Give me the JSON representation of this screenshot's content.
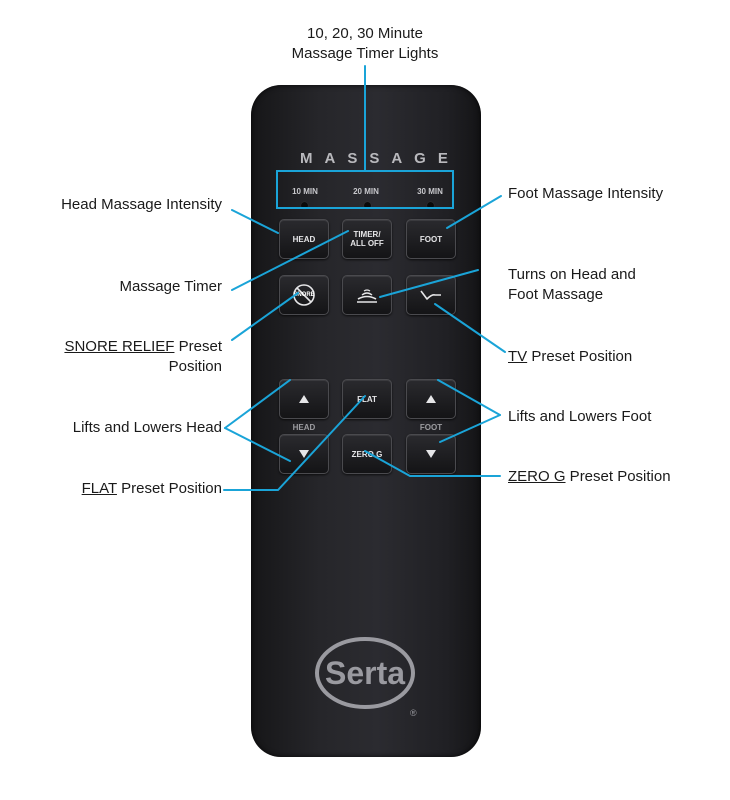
{
  "remote": {
    "massage_title": "MASSAGE",
    "timer_labels": [
      "10 MIN",
      "20 MIN",
      "30 MIN"
    ],
    "buttons": {
      "head": "HEAD",
      "timer_line1": "TIMER/",
      "timer_line2": "ALL OFF",
      "foot": "FOOT",
      "snore": "SNORE",
      "flat": "FLAT",
      "zero_g": "ZERO G"
    },
    "head_label": "HEAD",
    "foot_label": "FOOT",
    "logo_text": "Serta",
    "registered_mark": "®"
  },
  "annotations": {
    "timer_lights_line1": "10, 20, 30 Minute",
    "timer_lights_line2": "Massage Timer Lights",
    "head_massage_intensity": "Head Massage Intensity",
    "foot_massage_intensity": "Foot Massage Intensity",
    "massage_timer": "Massage Timer",
    "turns_on_line1": "Turns on Head and",
    "turns_on_line2": "Foot Massage",
    "snore_relief_underlined": "SNORE RELIEF",
    "snore_relief_rest": " Preset",
    "snore_relief_line2": "Position",
    "tv_underlined": "TV",
    "tv_rest": " Preset Position",
    "lifts_head": "Lifts and Lowers Head",
    "lifts_foot": "Lifts and Lowers Foot",
    "flat_underlined": "FLAT",
    "flat_rest": " Preset Position",
    "zero_g_underlined": "ZERO G",
    "zero_g_rest": " Preset Position"
  },
  "colors": {
    "callout_line": "#1aa4d8",
    "remote_body": "#26262a",
    "logo_grey": "#9a9aa0"
  },
  "icons": {
    "snore": "snore-relief-icon",
    "massage": "massage-waves-icon",
    "tv": "tv-position-icon",
    "up": "triangle-up-icon",
    "down": "triangle-down-icon"
  }
}
